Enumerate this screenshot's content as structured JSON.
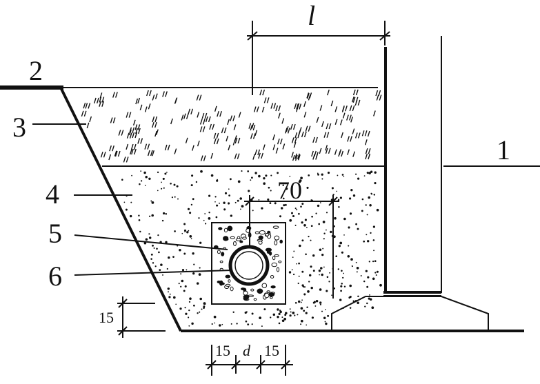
{
  "labels": {
    "n1": "1",
    "n2": "2",
    "n3": "3",
    "n4": "4",
    "n5": "5",
    "n6": "6",
    "dim_l": "l",
    "dim_70": "70",
    "dim_15_vertical": "15",
    "dim_15_left": "15",
    "dim_d": "d",
    "dim_15_right": "15"
  }
}
